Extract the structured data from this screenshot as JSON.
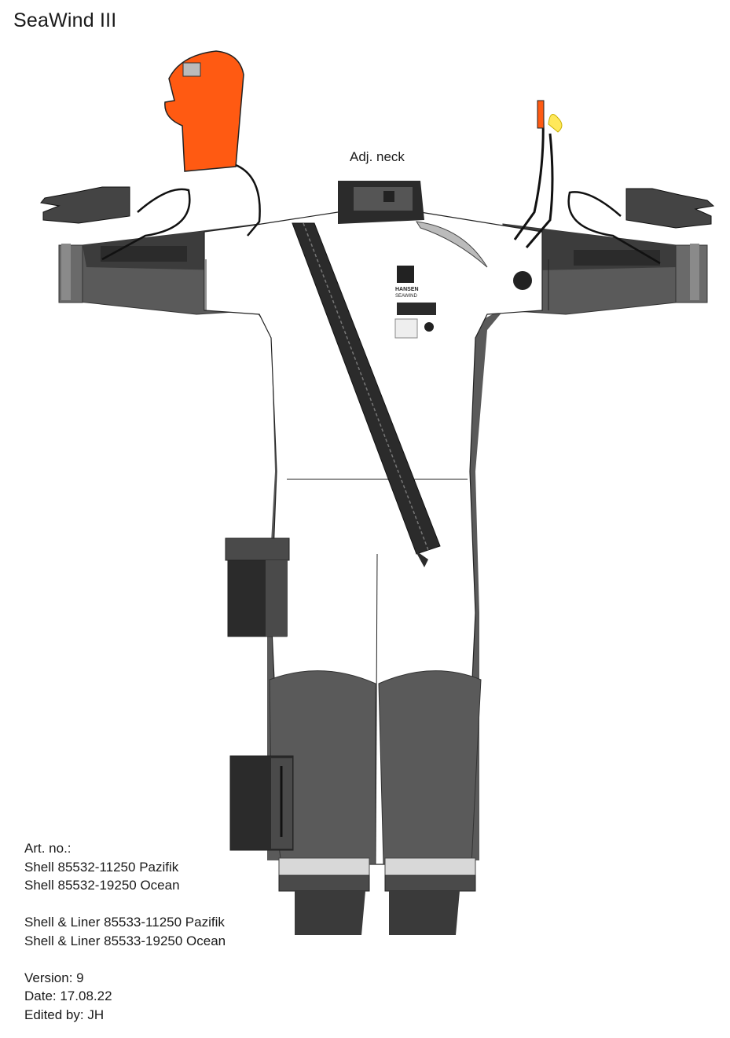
{
  "title": "SeaWind III",
  "labels": {
    "neck": "Adj. neck"
  },
  "brand": {
    "line1": "HANSEN",
    "line2": "SEAWIND"
  },
  "info": {
    "art_no_label": "Art. no.:",
    "shell_1": "Shell 85532-11250 Pazifik",
    "shell_2": "Shell 85532-19250 Ocean",
    "liner_1": "Shell & Liner 85533-11250 Pazifik",
    "liner_2": "Shell & Liner 85533-19250 Ocean",
    "version": "Version: 9",
    "date": "Date: 17.08.22",
    "edited": "Edited by: JH"
  },
  "colors": {
    "suit_white": "#ffffff",
    "panel_grey": "#5a5a5a",
    "dark": "#2b2b2b",
    "hood_orange": "#ff5a12",
    "yellow": "#ffe85a"
  }
}
